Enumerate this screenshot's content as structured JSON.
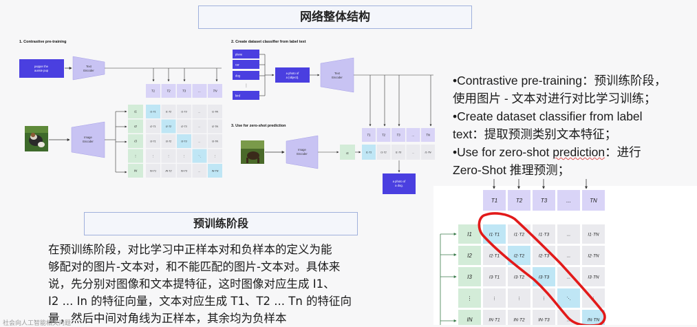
{
  "slide_title": "网络整体结构",
  "section_title": "预训练阶段",
  "bullets": [
    {
      "prefix": "•Contrastive pre-training：预训练阶段，",
      "line2": "使用图片 - 文本对进行对比学习训练；"
    },
    {
      "prefix": "•Create dataset classifier from label",
      "line2": "text：提取预测类别文本特征；"
    },
    {
      "prefix": "•Use for zero-shot ",
      "squiggle": "prediction",
      "suffix": "：进行",
      "line2": "Zero-Shot 推理预测；"
    }
  ],
  "paragraph": [
    "在预训练阶段，对比学习中正样本对和负样本的定义为能",
    "够配对的图片-文本对，和不能匹配的图片-文本对。具体来",
    "说，先分别对图像和文本提特征，这时图像对应生成 I1、",
    "I2 ... In 的特征向量，文本对应生成 T1、T2 ... Tn 的特征向",
    "量，然后中间对角线为正样本，其余均为负样本"
  ],
  "footer": "社会向人工智能相关问题",
  "figure": {
    "panel1": {
      "heading": "1. Contrastive pre-training",
      "text_input": [
        "pepper the",
        "aussie pup"
      ],
      "text_encoder": [
        "Text",
        "Encoder"
      ],
      "image_encoder": [
        "Image",
        "Encoder"
      ],
      "t_labels": [
        "T1",
        "T2",
        "T3",
        "...",
        "TN"
      ],
      "i_labels": [
        "I1",
        "I2",
        "I3",
        "⋮",
        "IN"
      ],
      "cells": [
        [
          "I1·T1",
          "I1·T2",
          "I1·T3",
          "...",
          "I1·TN"
        ],
        [
          "I2·T1",
          "I2·T2",
          "I2·T3",
          "...",
          "I2·TN"
        ],
        [
          "I3·T1",
          "I3·T2",
          "I3·T3",
          "...",
          "I3·TN"
        ],
        [
          "⋮",
          "⋮",
          "⋮",
          "⋱",
          "⋮"
        ],
        [
          "IN·T1",
          "IN·T2",
          "IN·T3",
          "...",
          "IN·TN"
        ]
      ]
    },
    "panel2": {
      "heading": "2. Create dataset classifier from label text",
      "labels": [
        "plane",
        "car",
        "dog",
        "⋮",
        "bird"
      ],
      "template": [
        "a photo of",
        "a {object}."
      ],
      "text_encoder": [
        "Text",
        "Encoder"
      ],
      "t_labels": [
        "T1",
        "T2",
        "T3",
        "...",
        "TN"
      ]
    },
    "panel3": {
      "heading": "3. Use for zero-shot prediction",
      "image_encoder": [
        "Image",
        "Encoder"
      ],
      "i_label": "I1",
      "cells": [
        "I1·T1",
        "I1·T2",
        "I1·T3",
        "...",
        "I1·TN"
      ],
      "output": [
        "a photo of",
        "a dog."
      ]
    },
    "zoom": {
      "t_labels": [
        "T1",
        "T2",
        "T3",
        "...",
        "TN"
      ],
      "i_labels": [
        "I1",
        "I2",
        "I3",
        "⋮",
        "IN"
      ],
      "cells": [
        [
          "I1·T1",
          "I1·T2",
          "I1·T3",
          "...",
          "I1·TN"
        ],
        [
          "I2·T1",
          "I2·T2",
          "I2·T3",
          "...",
          "I2·TN"
        ],
        [
          "I3·T1",
          "I3·T2",
          "I3·T3",
          "...",
          "I3·TN"
        ],
        [
          "⋮",
          "⋮",
          "⋮",
          "⋱",
          "⋮"
        ],
        [
          "IN·T1",
          "IN·T2",
          "IN·T3",
          "...",
          "IN·TN"
        ]
      ]
    }
  },
  "colors": {
    "encoder": "#c8c3f3",
    "input_box": "#4a3fe0",
    "t_row": "#d9d4f7",
    "i_col": "#d3ecd8",
    "diag": "#bfe6f5",
    "cell": "#eaeaee",
    "annotation": "#e21a1a"
  }
}
